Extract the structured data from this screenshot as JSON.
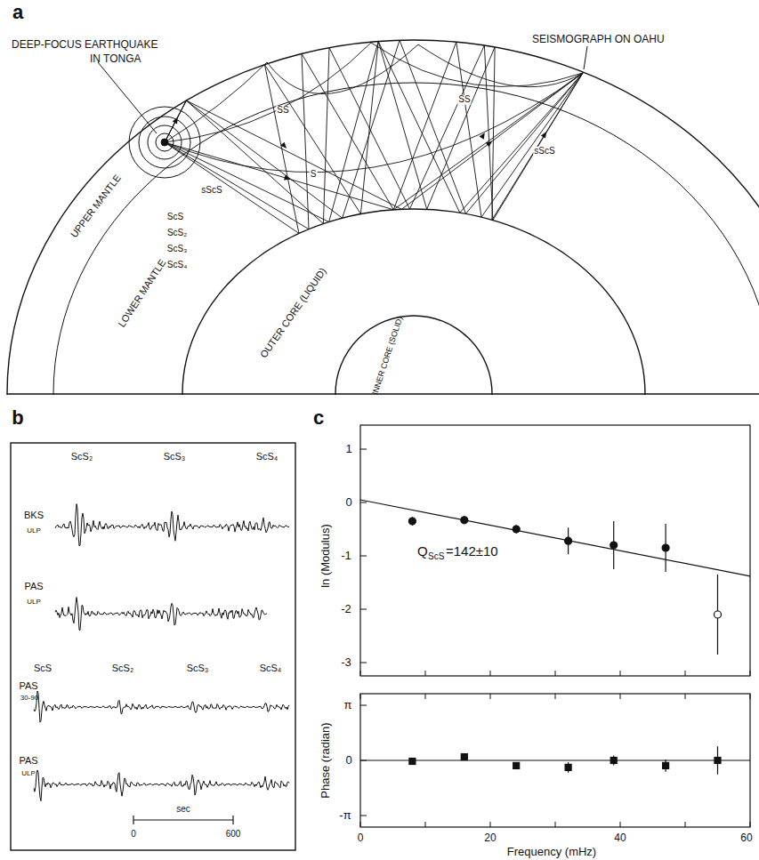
{
  "diagram": {
    "labels": [
      "a",
      "DEEP-FOCUS EARTHQUAKE",
      "IN TONGA",
      "SEISMOGRAPH ON OAHU",
      "SS",
      "S",
      "SS",
      "sScS",
      "sScS",
      "ScS",
      "ScS₂",
      "ScS₃",
      "ScS₄",
      "UPPER MANTLE",
      "LOWER MANTLE",
      "OUTER CORE (LIQUID)",
      "INNER CORE (SOLID)",
      "b",
      "ScS₂",
      "ScS₃",
      "ScS₄",
      "BKS",
      "ULP",
      "PAS",
      "ULP",
      "ScS",
      "ScS₂",
      "ScS₃",
      "ScS₄",
      "PAS",
      "30-90",
      "PAS",
      "ULP",
      "0",
      "sec",
      "600",
      "c",
      "1",
      "0",
      "-1",
      "-2",
      "-3",
      "ln (Modulus)",
      "Q",
      "ScS",
      "=142±10",
      "Phase (radian)",
      "π",
      "0",
      "-π",
      "0",
      "20",
      "40",
      "60",
      "Frequency (mHz)"
    ]
  }
}
